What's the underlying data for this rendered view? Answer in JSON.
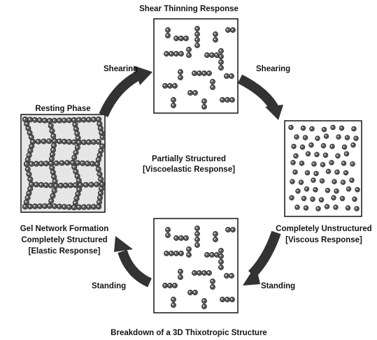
{
  "diagram": {
    "title_top": "Shear Thinning Response",
    "title_bottom": "Breakdown of a 3D Thixotropic Structure",
    "left": {
      "top_label": "Resting Phase",
      "caption_line1": "Gel Network Formation",
      "caption_line2": "Completely Structured",
      "caption_line3": "[Elastic Response]"
    },
    "center": {
      "line1": "Partially Structured",
      "line2": "[Viscoelastic Response]"
    },
    "right": {
      "caption_line1": "Completely Unstructured",
      "caption_line2": "[Viscous Response]"
    },
    "arrows": {
      "top_left": "Shearing",
      "top_right": "Shearing",
      "bottom_left": "Standing",
      "bottom_right": "Standing"
    },
    "colors": {
      "ink": "#141414",
      "arrow": "#333333",
      "particle": "#555555",
      "gel_fill": "#e6e6e6"
    }
  }
}
